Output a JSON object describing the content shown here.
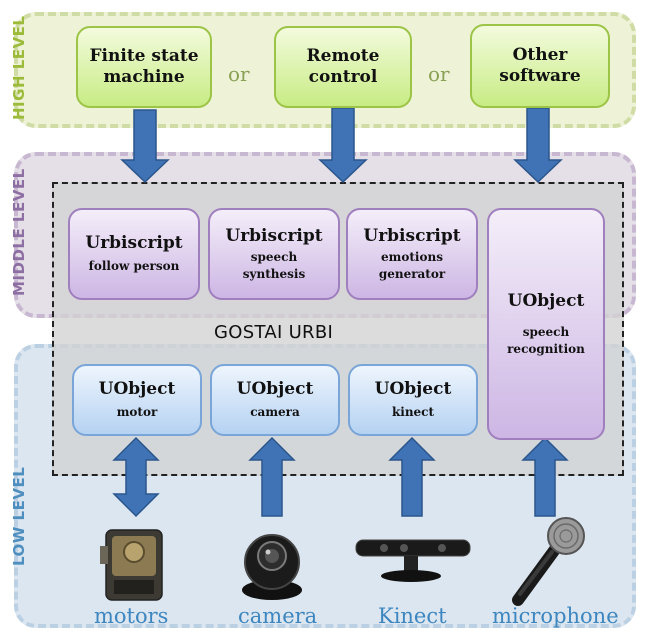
{
  "levels": {
    "high": "HIGH LEVEL",
    "middle": "MIDDLE LEVEL",
    "low": "LOW LEVEL"
  },
  "high_level": {
    "boxes": [
      {
        "line1": "Finite state",
        "line2": "machine"
      },
      {
        "line1": "Remote",
        "line2": "control"
      },
      {
        "line1": "Other",
        "line2": "software"
      }
    ],
    "connector": "or"
  },
  "middle_level": {
    "platform": "GOSTAI URBI",
    "scripts": [
      {
        "title": "Urbiscript",
        "sub1": "follow person",
        "sub2": ""
      },
      {
        "title": "Urbiscript",
        "sub1": "speech",
        "sub2": "synthesis"
      },
      {
        "title": "Urbiscript",
        "sub1": "emotions",
        "sub2": "generator"
      }
    ],
    "speech_object": {
      "title": "UObject",
      "sub1": "speech",
      "sub2": "recognition"
    }
  },
  "low_level": {
    "objects": [
      {
        "title": "UObject",
        "sub": "motor"
      },
      {
        "title": "UObject",
        "sub": "camera"
      },
      {
        "title": "UObject",
        "sub": "kinect"
      }
    ],
    "devices": [
      "motors",
      "camera",
      "Kinect",
      "microphone"
    ]
  },
  "colors": {
    "arrow": "#3f73b5",
    "arrow_outline": "#2b568c",
    "device_label": "#3d86bf"
  }
}
